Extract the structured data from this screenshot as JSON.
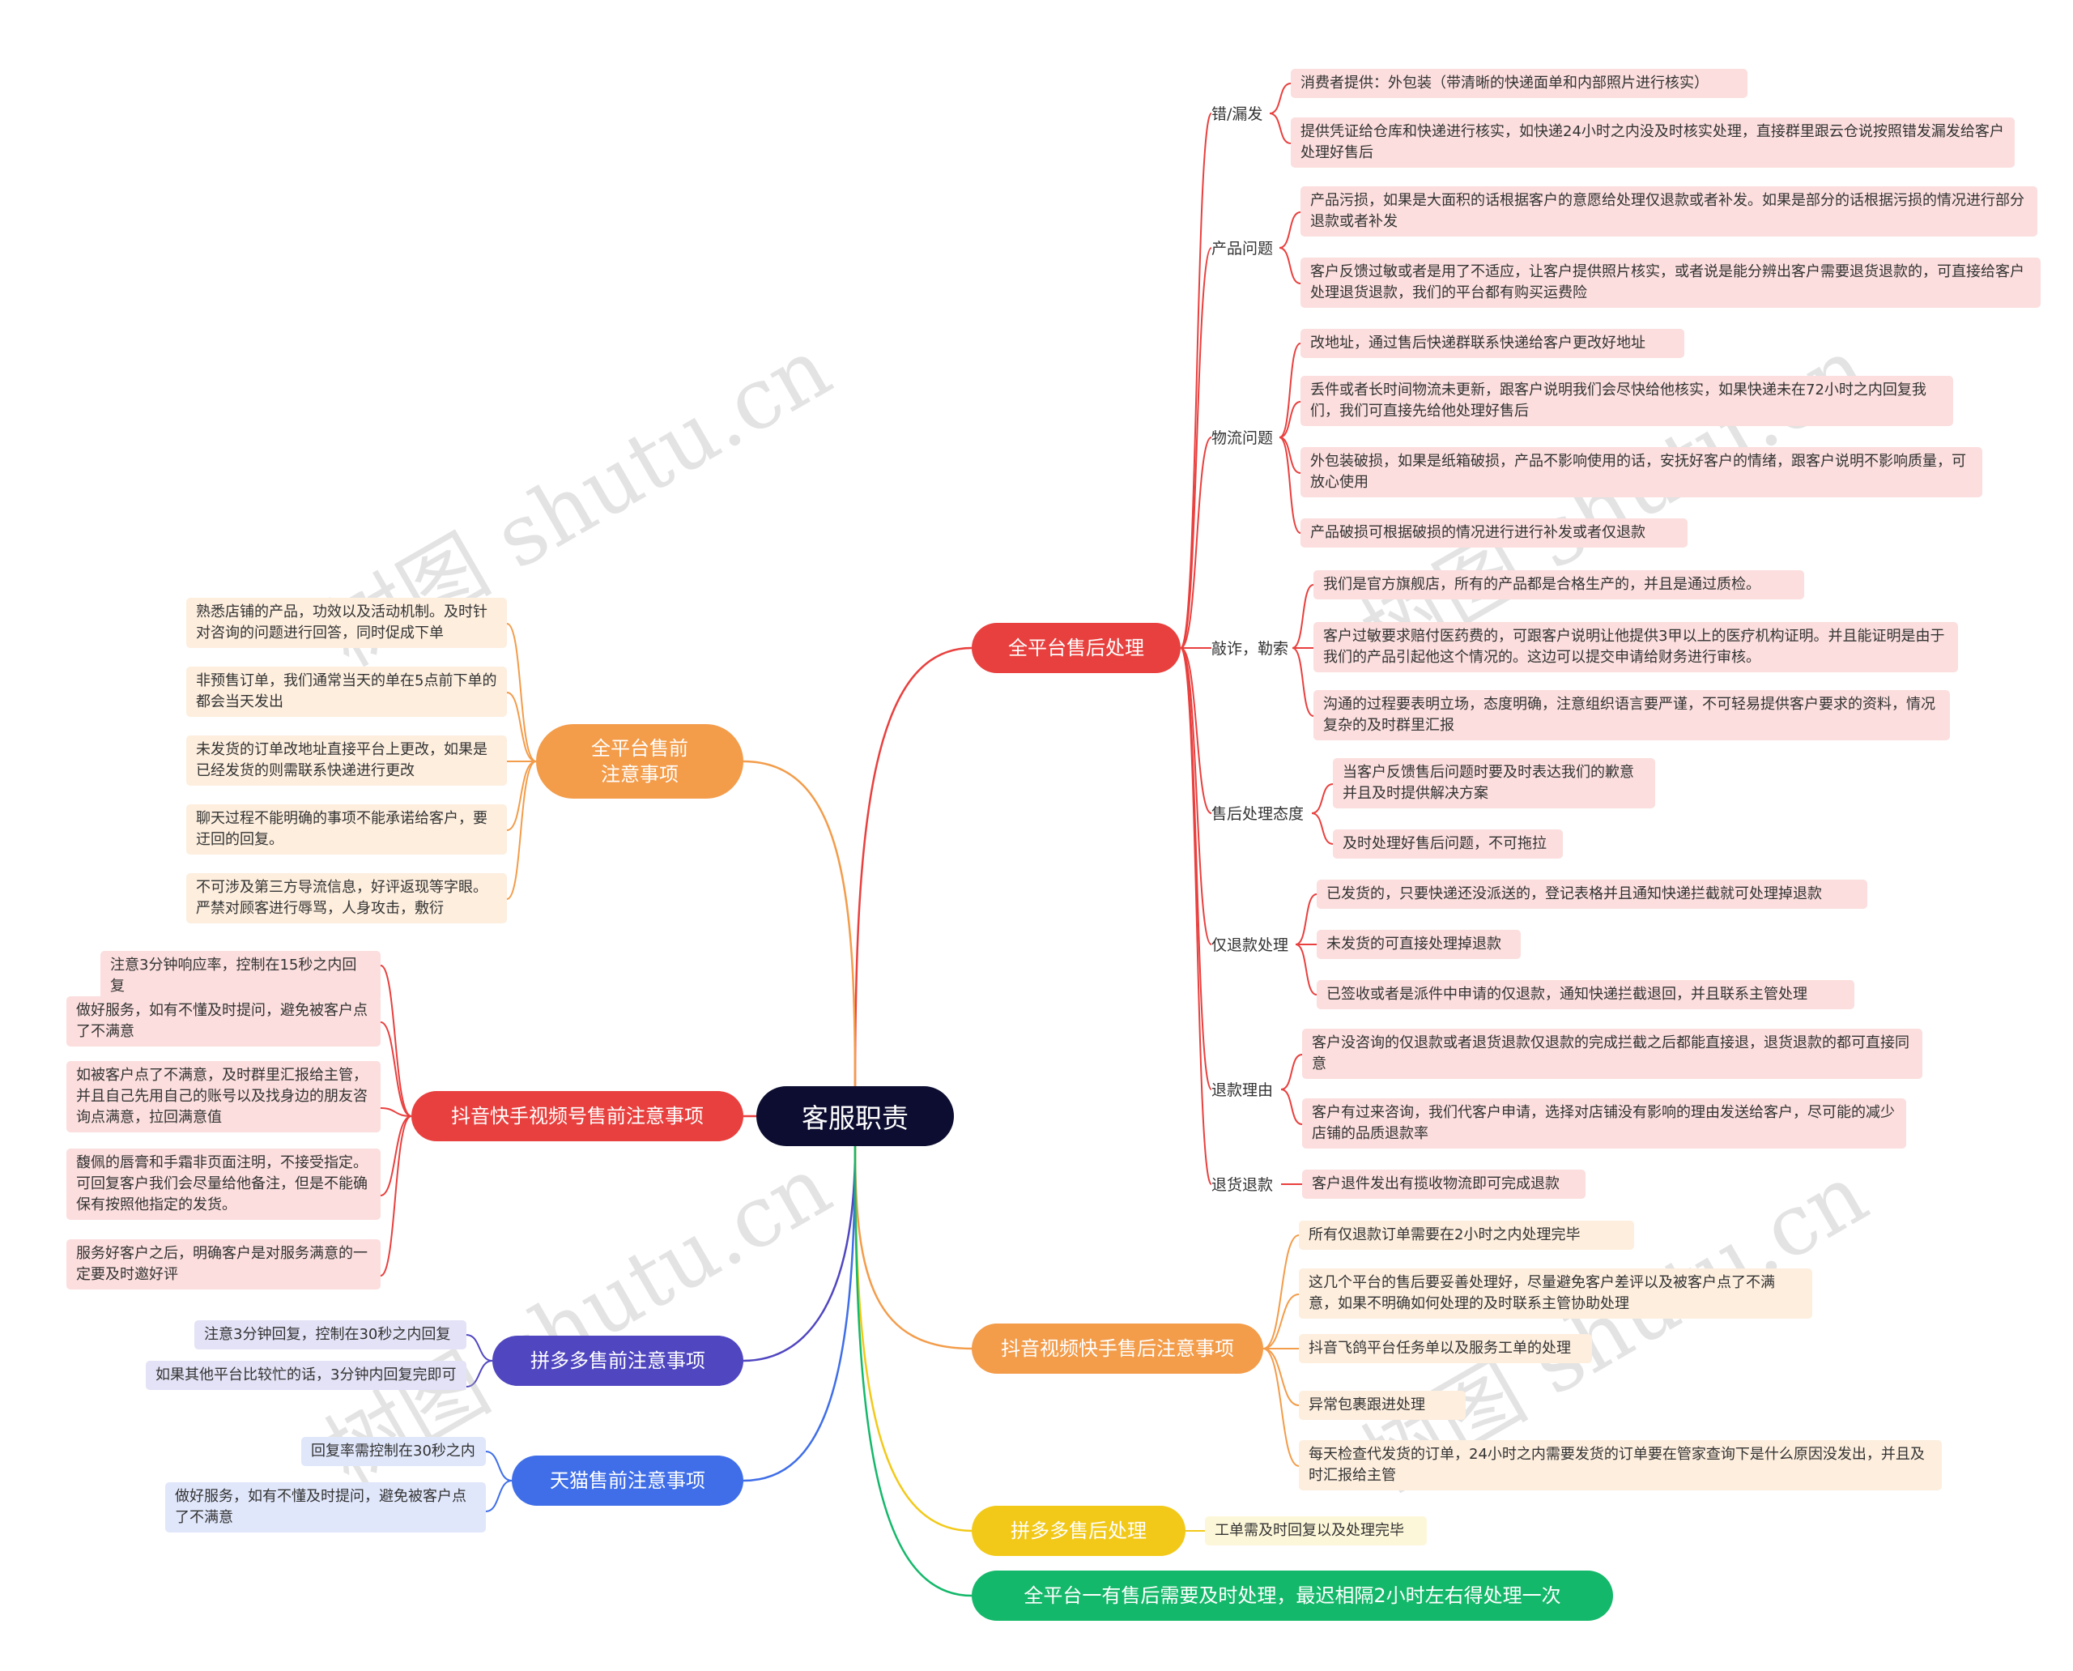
{
  "root": "客服职责",
  "watermark": "树图 shutu.cn",
  "colors": {
    "root": "#0c0d30",
    "after_sales_all": "#e8403e",
    "presale_all": "#f39c4a",
    "douyin_presale": "#e8403e",
    "pdd_presale": "#5046c0",
    "tmall_presale": "#3f6ee8",
    "douyin_after": "#f39c4a",
    "pdd_after": "#f2c918",
    "all_platform": "#14b86a"
  },
  "right": {
    "after_sales_all": {
      "label": "全平台售后处理",
      "groups": [
        {
          "label": "错/漏发",
          "items": [
            "消费者提供：外包装（带清晰的快递面单和内部照片进行核实）",
            "提供凭证给仓库和快递进行核实，如快递24小时之内没及时核实处理，直接群里跟云仓说按照错发漏发给客户处理好售后"
          ]
        },
        {
          "label": "产品问题",
          "items": [
            "产品污损，如果是大面积的话根据客户的意愿给处理仅退款或者补发。如果是部分的话根据污损的情况进行部分退款或者补发",
            "客户反馈过敏或者是用了不适应，让客户提供照片核实，或者说是能分辨出客户需要退货退款的，可直接给客户处理退货退款，我们的平台都有购买运费险"
          ]
        },
        {
          "label": "物流问题",
          "items": [
            "改地址，通过售后快递群联系快递给客户更改好地址",
            "丢件或者长时间物流未更新，跟客户说明我们会尽快给他核实，如果快递未在72小时之内回复我们，我们可直接先给他处理好售后",
            "外包装破损，如果是纸箱破损，产品不影响使用的话，安抚好客户的情绪，跟客户说明不影响质量，可放心使用",
            "产品破损可根据破损的情况进行进行补发或者仅退款"
          ]
        },
        {
          "label": "敲诈，勒索",
          "items": [
            "我们是官方旗舰店，所有的产品都是合格生产的，并且是通过质检。",
            "客户过敏要求赔付医药费的，可跟客户说明让他提供3甲以上的医疗机构证明。并且能证明是由于我们的产品引起他这个情况的。这边可以提交申请给财务进行审核。",
            "沟通的过程要表明立场，态度明确，注意组织语言要严谨，不可轻易提供客户要求的资料，情况复杂的及时群里汇报"
          ]
        },
        {
          "label": "售后处理态度",
          "items": [
            "当客户反馈售后问题时要及时表达我们的歉意并且及时提供解决方案",
            "及时处理好售后问题，不可拖拉"
          ]
        },
        {
          "label": "仅退款处理",
          "items": [
            "已发货的，只要快递还没派送的，登记表格并且通知快递拦截就可处理掉退款",
            "未发货的可直接处理掉退款",
            "已签收或者是派件中申请的仅退款，通知快递拦截退回，并且联系主管处理"
          ]
        },
        {
          "label": "退款理由",
          "items": [
            "客户没咨询的仅退款或者退货退款仅退款的完成拦截之后都能直接退，退货退款的都可直接同意",
            "客户有过来咨询，我们代客户申请，选择对店铺没有影响的理由发送给客户，尽可能的减少店铺的品质退款率"
          ]
        },
        {
          "label": "退货退款",
          "items": [
            "客户退件发出有揽收物流即可完成退款"
          ]
        }
      ]
    },
    "douyin_after": {
      "label": "抖音视频快手售后注意事项",
      "items": [
        "所有仅退款订单需要在2小时之内处理完毕",
        "这几个平台的售后要妥善处理好，尽量避免客户差评以及被客户点了不满意，如果不明确如何处理的及时联系主管协助处理",
        "抖音飞鸽平台任务单以及服务工单的处理",
        "异常包裹跟进处理",
        "每天检查代发货的订单，24小时之内需要发货的订单要在管家查询下是什么原因没发出，并且及时汇报给主管"
      ]
    },
    "pdd_after": {
      "label": "拼多多售后处理",
      "items": [
        "工单需及时回复以及处理完毕"
      ]
    },
    "all_platform": {
      "label": "全平台一有售后需要及时处理，最迟相隔2小时左右得处理一次"
    }
  },
  "left": {
    "presale_all": {
      "label_line1": "全平台售前",
      "label_line2": "注意事项",
      "items": [
        "熟悉店铺的产品，功效以及活动机制。及时针对咨询的问题进行回答，同时促成下单",
        "非预售订单，我们通常当天的单在5点前下单的都会当天发出",
        "未发货的订单改地址直接平台上更改，如果是已经发货的则需联系快递进行更改",
        "聊天过程不能明确的事项不能承诺给客户，要迂回的回复。",
        "不可涉及第三方导流信息，好评返现等字眼。严禁对顾客进行辱骂，人身攻击，敷衍"
      ]
    },
    "douyin_presale": {
      "label": "抖音快手视频号售前注意事项",
      "items": [
        "注意3分钟响应率，控制在15秒之内回复",
        "做好服务，如有不懂及时提问，避免被客户点了不满意",
        "如被客户点了不满意，及时群里汇报给主管，并且自己先用自己的账号以及找身边的朋友咨询点满意，拉回满意值",
        "馥佩的唇膏和手霜非页面注明，不接受指定。可回复客户我们会尽量给他备注，但是不能确保有按照他指定的发货。",
        "服务好客户之后，明确客户是对服务满意的一定要及时邀好评"
      ]
    },
    "pdd_presale": {
      "label": "拼多多售前注意事项",
      "items": [
        "注意3分钟回复，控制在30秒之内回复",
        "如果其他平台比较忙的话，3分钟内回复完即可"
      ]
    },
    "tmall_presale": {
      "label": "天猫售前注意事项",
      "items": [
        "回复率需控制在30秒之内",
        "做好服务，如有不懂及时提问，避免被客户点了不满意"
      ]
    }
  }
}
